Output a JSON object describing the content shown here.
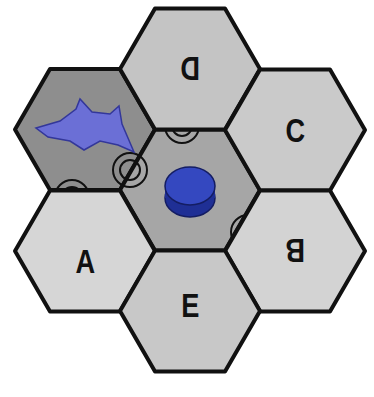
{
  "diagram": {
    "nodes": [
      {
        "text": [
          "D"
        ]
      },
      {
        "text": [
          "C"
        ]
      },
      {
        "text": [
          "A"
        ]
      },
      {
        "text": [
          "B"
        ]
      },
      {
        "text": [
          "E"
        ]
      }
    ]
  }
}
